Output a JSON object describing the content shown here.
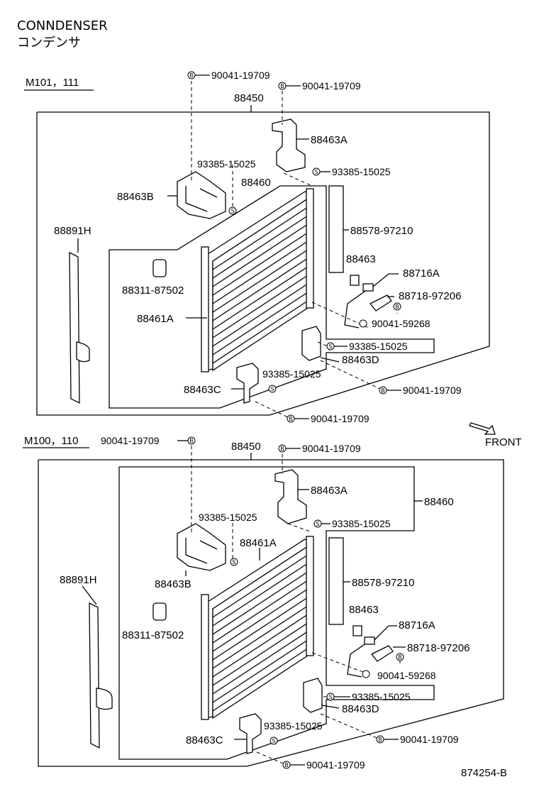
{
  "title_en": "CONNDENSER",
  "title_jp": "コンデンサ",
  "sections": [
    {
      "models": "M101，111",
      "labels": {
        "p88450": "88450",
        "p88460": "88460",
        "p88461A": "88461A",
        "p88463A": "88463A",
        "p88463B": "88463B",
        "p88463C": "88463C",
        "p88463D": "88463D",
        "p88463": "88463",
        "p88891H": "88891H",
        "p88311": "88311-87502",
        "p88578": "88578-97210",
        "p88716A": "88716A",
        "p88718": "88718-97206",
        "b90041_a": "90041-19709",
        "b90041_b": "90041-19709",
        "b90041_c": "90041-19709",
        "b90041_d": "90041-19709",
        "b90041_e": "90041-59268",
        "s93385_a": "93385-15025",
        "s93385_b": "93385-15025",
        "s93385_c": "93385-15025",
        "s93385_d": "93385-15025"
      }
    },
    {
      "models": "M100，110",
      "labels": {
        "p88450": "88450",
        "p88460": "88460",
        "p88461A": "88461A",
        "p88463A": "88463A",
        "p88463B": "88463B",
        "p88463C": "88463C",
        "p88463D": "88463D",
        "p88463": "88463",
        "p88891H": "88891H",
        "p88311": "88311-87502",
        "p88578": "88578-97210",
        "p88716A": "88716A",
        "p88718": "88718-97206",
        "b90041_a": "90041-19709",
        "b90041_b": "90041-19709",
        "b90041_c": "90041-19709",
        "b90041_d": "90041-19709",
        "b90041_e": "90041-59268",
        "s93385_a": "93385-15025",
        "s93385_b": "93385-15025",
        "s93385_c": "93385-15025",
        "s93385_d": "93385-15025"
      }
    }
  ],
  "front_label": "FRONT",
  "marker_bolt": "B",
  "marker_screw": "S",
  "figure_number": "874254-B"
}
